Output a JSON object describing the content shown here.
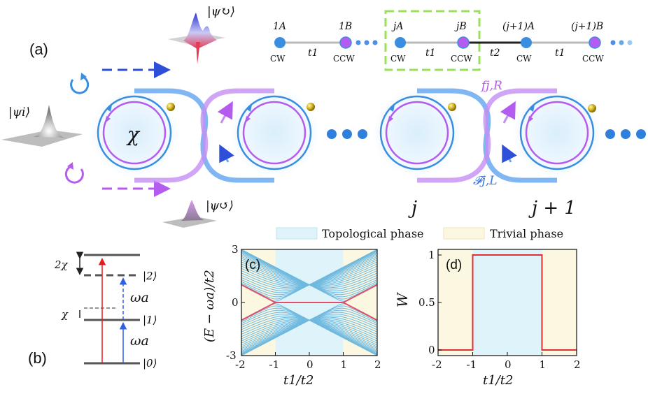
{
  "panels": {
    "a": "(a)",
    "b": "(b)",
    "c": "(c)",
    "d": "(d)"
  },
  "chain": {
    "sites": [
      {
        "name": "1A",
        "dir": "CW"
      },
      {
        "name": "1B",
        "dir": "CCW"
      },
      {
        "name": "jA",
        "dir": "CW"
      },
      {
        "name": "jB",
        "dir": "CCW"
      },
      {
        "name": "(j+1)A",
        "dir": "CW"
      },
      {
        "name": "(j+1)B",
        "dir": "CCW"
      }
    ],
    "couplings": [
      "t1",
      "t1",
      "t2",
      "t1"
    ]
  },
  "ring_labels": {
    "chi": "χ",
    "psi_in": "|ψi⟩",
    "psi_cw": "|ψ↻⟩",
    "psi_ccw": "|ψ↺⟩",
    "f_R": "fj,R",
    "F_L": "𝓕j,L",
    "j": "j",
    "j1": "j + 1"
  },
  "levels": {
    "states": [
      "|2⟩",
      "|1⟩",
      "|0⟩"
    ],
    "omega1": "ωa",
    "omega2": "ωa",
    "shift1": "2χ",
    "shift2": "χ"
  },
  "legend": {
    "topological": "Topological phase",
    "trivial": "Trivial phase"
  },
  "colors": {
    "topological": "#dff3fb",
    "trivial": "#fbf7e1",
    "band": "#6fb9de",
    "edge": "#e0506a",
    "winding": "#e23030",
    "purple": "#b45cf0",
    "blue": "#3a8ee0"
  },
  "chart_data": [
    {
      "type": "line",
      "panel": "(c)",
      "xlabel": "t1/t2",
      "ylabel": "(E − ωa)/t2",
      "xlim": [
        -2,
        2
      ],
      "ylim": [
        -3,
        3
      ],
      "xticks": [
        "-2",
        "-1",
        "0",
        "1",
        "2"
      ],
      "yticks": [
        "-3",
        "0",
        "3"
      ],
      "description_series": "bulk bands E = ±sqrt(t1² + t2² + 2 t1 t2 cos k) for k in [0, π]; edge states at E = 0 for |t1/t2| < 1",
      "num_k": 24
    },
    {
      "type": "line",
      "panel": "(d)",
      "xlabel": "t1/t2",
      "ylabel": "W",
      "xlim": [
        -2,
        2
      ],
      "ylim": [
        0,
        1
      ],
      "xticks": [
        "-2",
        "-1",
        "0",
        "1",
        "2"
      ],
      "yticks": [
        "0",
        "0.5",
        "1"
      ],
      "x": [
        -2,
        -1,
        -1,
        1,
        1,
        2
      ],
      "y": [
        0,
        0,
        1,
        1,
        0,
        0
      ]
    }
  ]
}
